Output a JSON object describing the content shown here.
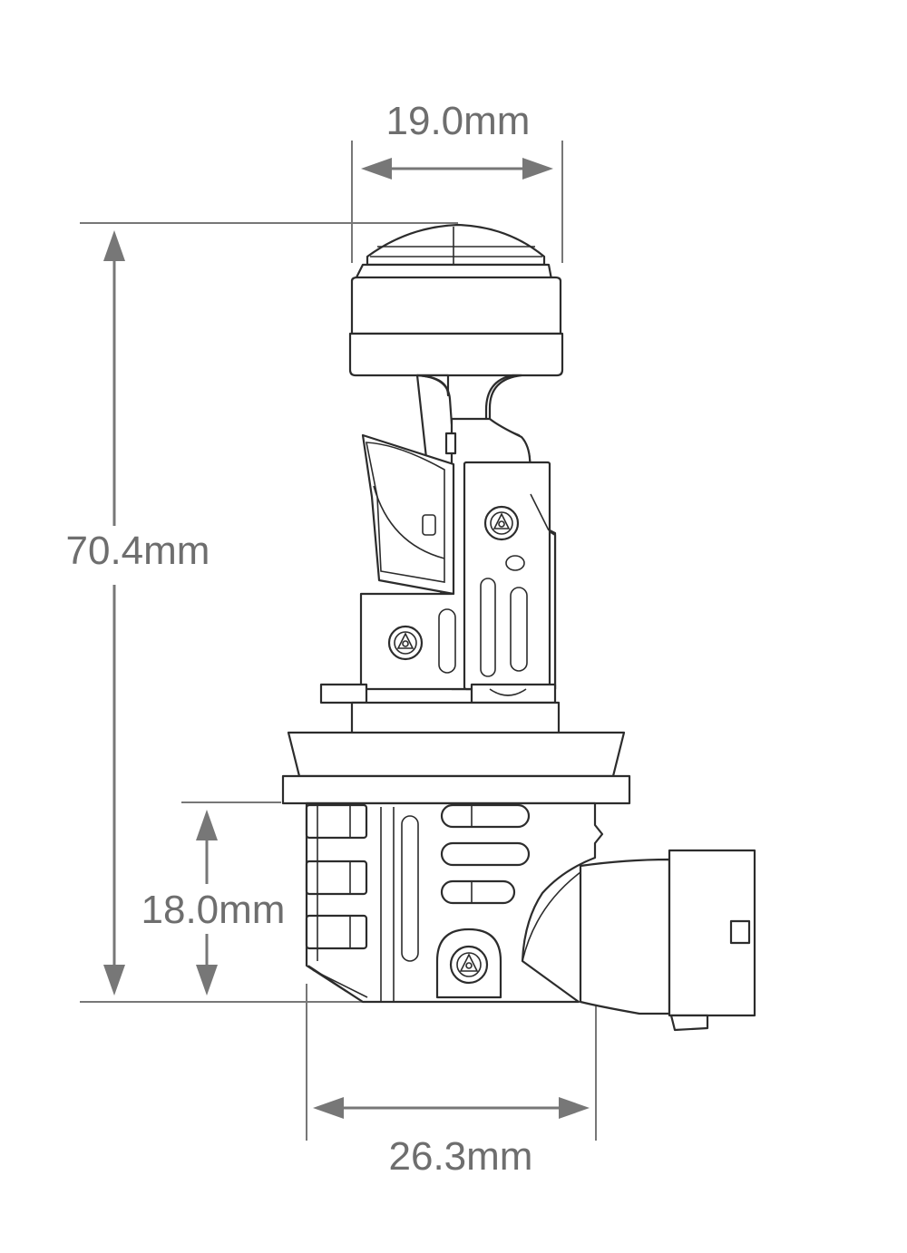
{
  "dimensions": {
    "lens_width": "19.0mm",
    "overall_height": "70.4mm",
    "base_height": "18.0mm",
    "base_width": "26.3mm"
  },
  "colors": {
    "dimension_lines": "#777777",
    "outline": "#2c2c2c",
    "background": "#ffffff"
  }
}
